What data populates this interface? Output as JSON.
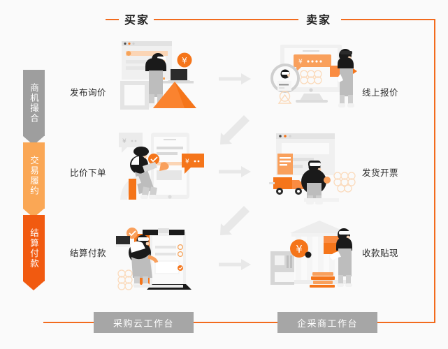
{
  "diagram": {
    "title_buyer": "买家",
    "title_seller": "卖家",
    "colors": {
      "rail": "#f26b1d",
      "stage_gray": "#9e9e9e",
      "stage_orange_light": "#faa755",
      "stage_orange_dark": "#f15a10",
      "pill_gray": "#a6a6a6",
      "arrow_gray": "#e6e6e6",
      "accent": "#f5751a"
    }
  },
  "stages": [
    {
      "label": "商机撮合",
      "color": "#9e9e9e"
    },
    {
      "label": "交易履约",
      "color": "#faa755"
    },
    {
      "label": "结算付款",
      "color": "#f15a10"
    }
  ],
  "rows": [
    {
      "buyer_label": "发布询价",
      "seller_label": "线上报价"
    },
    {
      "buyer_label": "比价下单",
      "seller_label": "发货开票"
    },
    {
      "buyer_label": "结算付款",
      "seller_label": "收款贴现"
    }
  ],
  "arrows": [
    {
      "name": "row1-buyer-to-seller",
      "dir": "right"
    },
    {
      "name": "seller1-to-buyer2",
      "dir": "down-left"
    },
    {
      "name": "row2-buyer-to-seller",
      "dir": "right"
    },
    {
      "name": "seller2-to-buyer3",
      "dir": "down-left"
    },
    {
      "name": "row3-buyer-to-seller",
      "dir": "right"
    }
  ],
  "footer": {
    "buyer_platform": "采购云工作台",
    "seller_platform": "企采商工作台"
  },
  "illustrations": [
    {
      "name": "publish-inquiry-illustration",
      "symbols": [
        "browser-window",
        "person-at-laptop",
        "yen-coin-icon",
        "orange-triangle"
      ]
    },
    {
      "name": "online-quote-illustration",
      "symbols": [
        "desktop-monitor",
        "magnifier-icon",
        "yen-chat-bubble",
        "person-with-flag"
      ]
    },
    {
      "name": "compare-and-order-illustration",
      "symbols": [
        "mobile-phone",
        "yen-chat-bubble",
        "person-with-clock",
        "check-badge-icon"
      ]
    },
    {
      "name": "ship-and-invoice-illustration",
      "symbols": [
        "browser-window",
        "invoice-document",
        "delivery-truck-icon",
        "person"
      ]
    },
    {
      "name": "settle-payment-illustration",
      "symbols": [
        "checklist-board",
        "person-with-laptop",
        "check-badge-icon"
      ]
    },
    {
      "name": "collect-and-discount-illustration",
      "symbols": [
        "bank-building",
        "yen-coin-icon",
        "cash-stack",
        "person"
      ]
    }
  ]
}
